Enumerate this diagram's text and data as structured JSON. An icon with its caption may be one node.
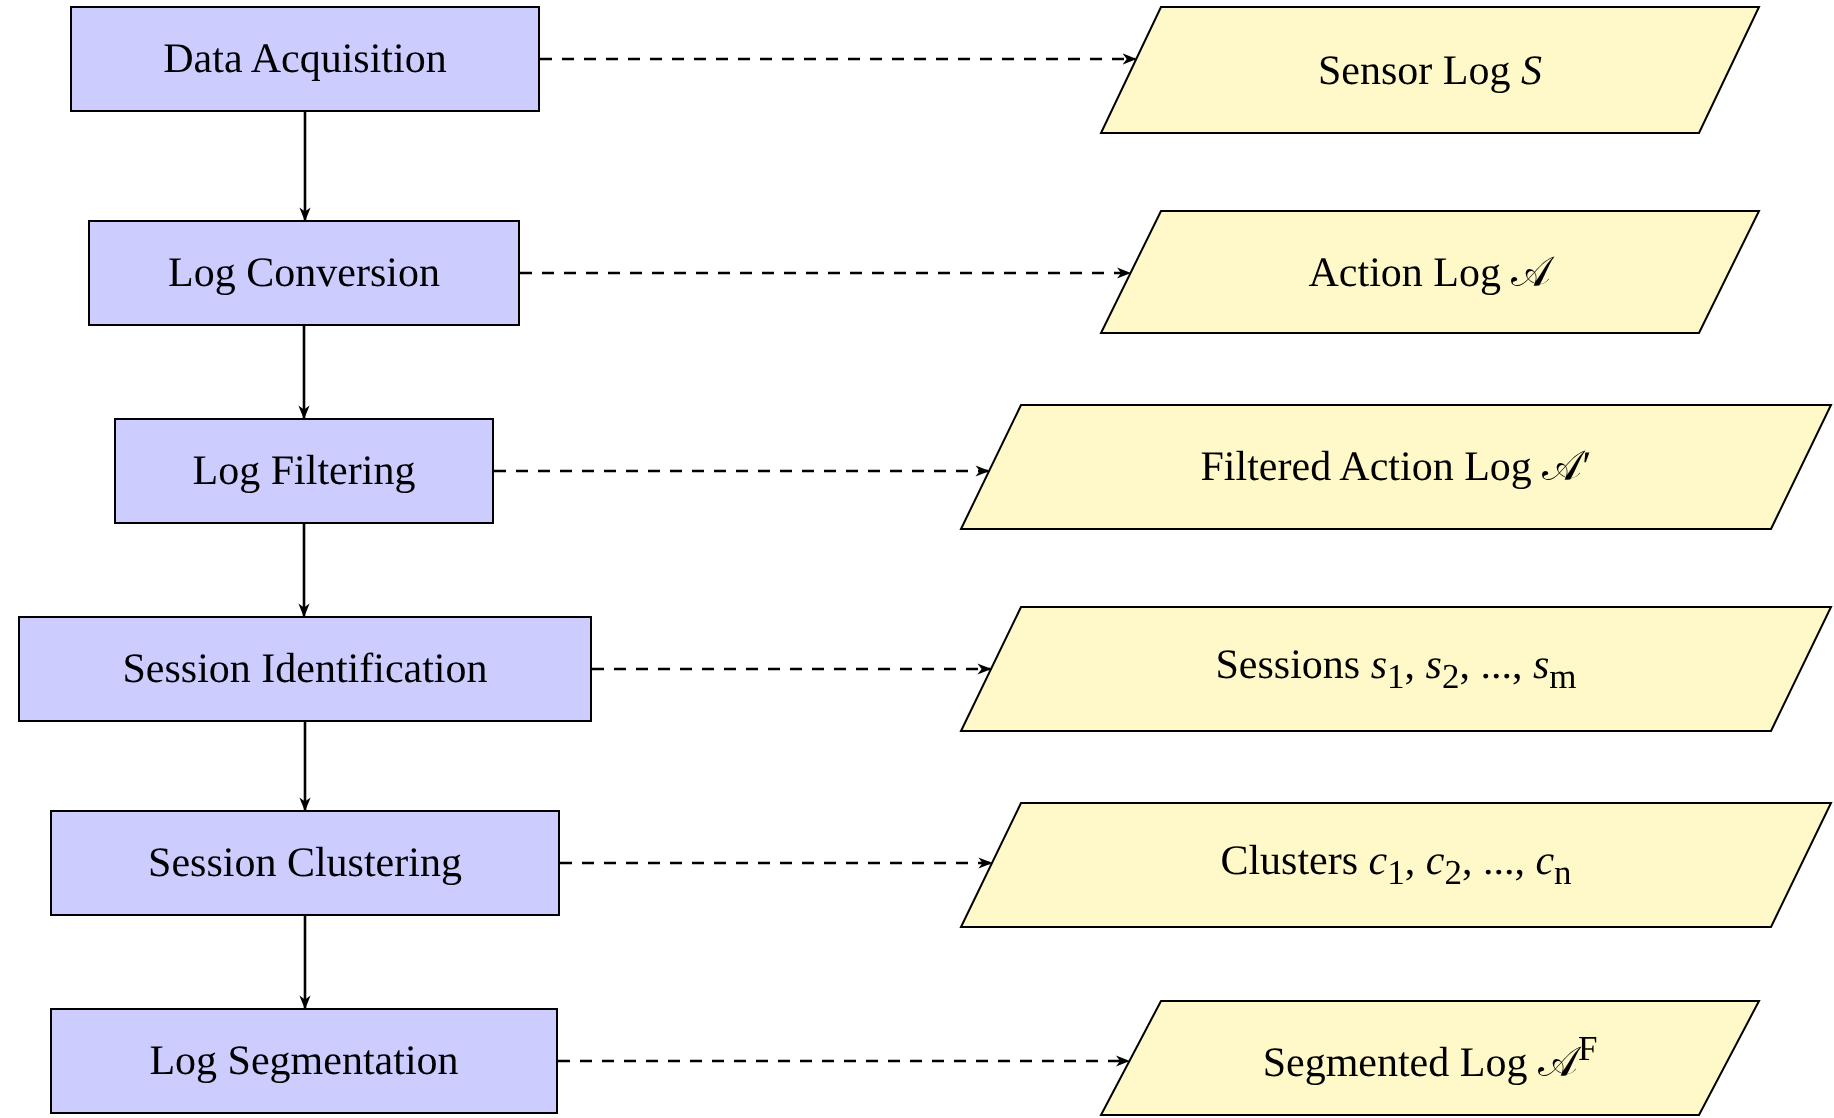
{
  "diagram": {
    "nodes": [
      {
        "text": [
          "Data Acquisition"
        ]
      },
      {
        "text": [
          "Log Conversion"
        ]
      },
      {
        "text": [
          "Log Filtering"
        ]
      },
      {
        "text": [
          "Session Identification"
        ]
      },
      {
        "text": [
          "Session Clustering"
        ]
      },
      {
        "text": [
          "Log Segmentation"
        ]
      },
      {
        "text": [
          "Sensor Log *S*"
        ]
      },
      {
        "text": [
          "Action Log 𝒜"
        ]
      },
      {
        "text": [
          "Filtered Action Log 𝒜′"
        ]
      },
      {
        "text": [
          "Sessions *s*$_{1}$, *s*$_{2}$, ..., *s*$_{m}$"
        ]
      },
      {
        "text": [
          "Clusters *c*$_{1}$, *c*$_{2}$, ..., *c*$_{n}$"
        ]
      },
      {
        "text": [
          "Segmented Log 𝒜$^{F}$"
        ]
      }
    ],
    "edges": [
      {
        "from": 0,
        "to": 1,
        "arrow": "to"
      },
      {
        "from": 1,
        "to": 2,
        "arrow": "to"
      },
      {
        "from": 2,
        "to": 3,
        "arrow": "to"
      },
      {
        "from": 3,
        "to": 4,
        "arrow": "to"
      },
      {
        "from": 4,
        "to": 5,
        "arrow": "to"
      },
      {
        "from": 0,
        "to": 6,
        "arrow": "to",
        "style": "dashed"
      },
      {
        "from": 1,
        "to": 7,
        "arrow": "to",
        "style": "dashed"
      },
      {
        "from": 2,
        "to": 8,
        "arrow": "to",
        "style": "dashed"
      },
      {
        "from": 3,
        "to": 9,
        "arrow": "to",
        "style": "dashed"
      },
      {
        "from": 4,
        "to": 10,
        "arrow": "to",
        "style": "dashed"
      },
      {
        "from": 5,
        "to": 11,
        "arrow": "to",
        "style": "dashed"
      }
    ]
  }
}
